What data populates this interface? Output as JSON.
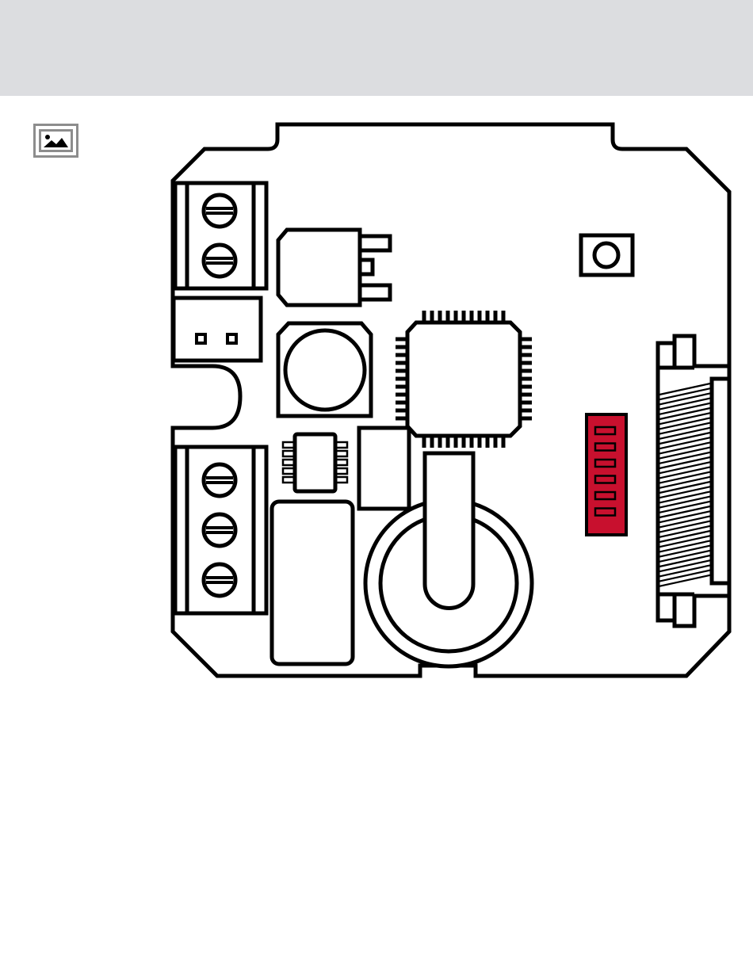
{
  "colors": {
    "header_background": "#dcdde0",
    "page_background": "#ffffff",
    "outline": "#000000",
    "highlight_header": "#c8102e",
    "icon_frame": "#8d8d8d"
  },
  "header": {
    "text": ""
  },
  "image_placeholder": {
    "icon": "image-icon"
  },
  "diagram": {
    "subject": "circuit-board-outline",
    "highlighted_component": "pin-header",
    "highlighted_pin_count": 6,
    "screw_terminal_blocks": [
      {
        "screws": 2
      },
      {
        "screws": 3
      }
    ],
    "microcontroller_pins_per_side": 11,
    "small_ic_pins_per_side": 5
  }
}
